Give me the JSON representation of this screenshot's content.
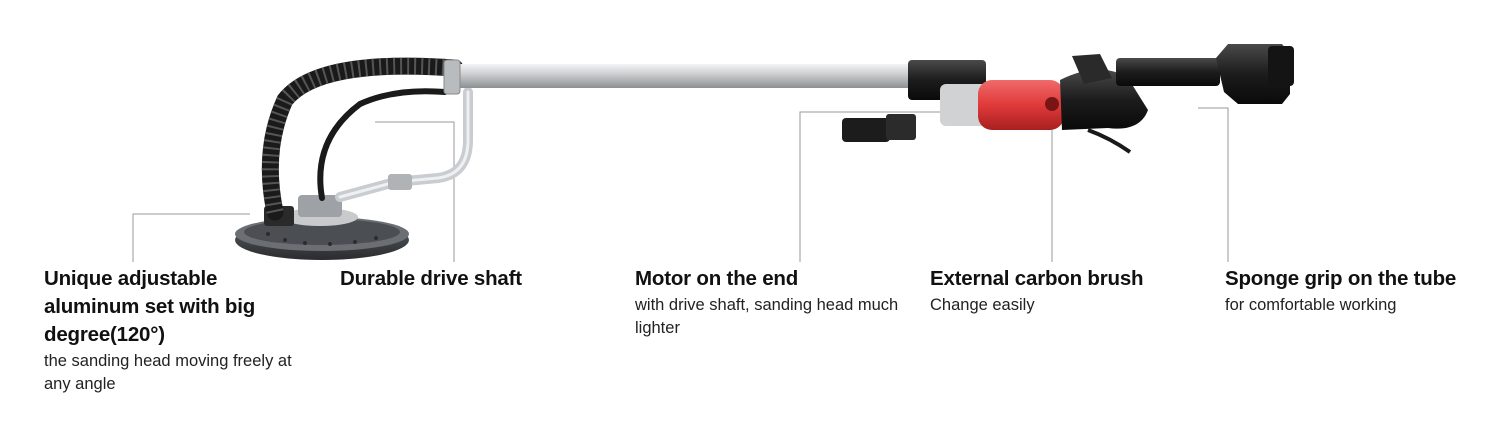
{
  "features": [
    {
      "title": "Unique adjustable aluminum set with big degree(120°)",
      "description": "the sanding head moving freely at any angle"
    },
    {
      "title": "Durable drive shaft",
      "description": ""
    },
    {
      "title": "Motor on the end",
      "description": "with drive shaft, sanding head much lighter"
    },
    {
      "title": "External carbon brush",
      "description": "Change easily"
    },
    {
      "title": "Sponge grip on the tube",
      "description": "for comfortable working"
    }
  ],
  "colors": {
    "motor_red": "#e03a3a",
    "tube_silver": "#d4d6d8",
    "body_black": "#1c1c1c",
    "leader_line": "#9a9a9a"
  }
}
